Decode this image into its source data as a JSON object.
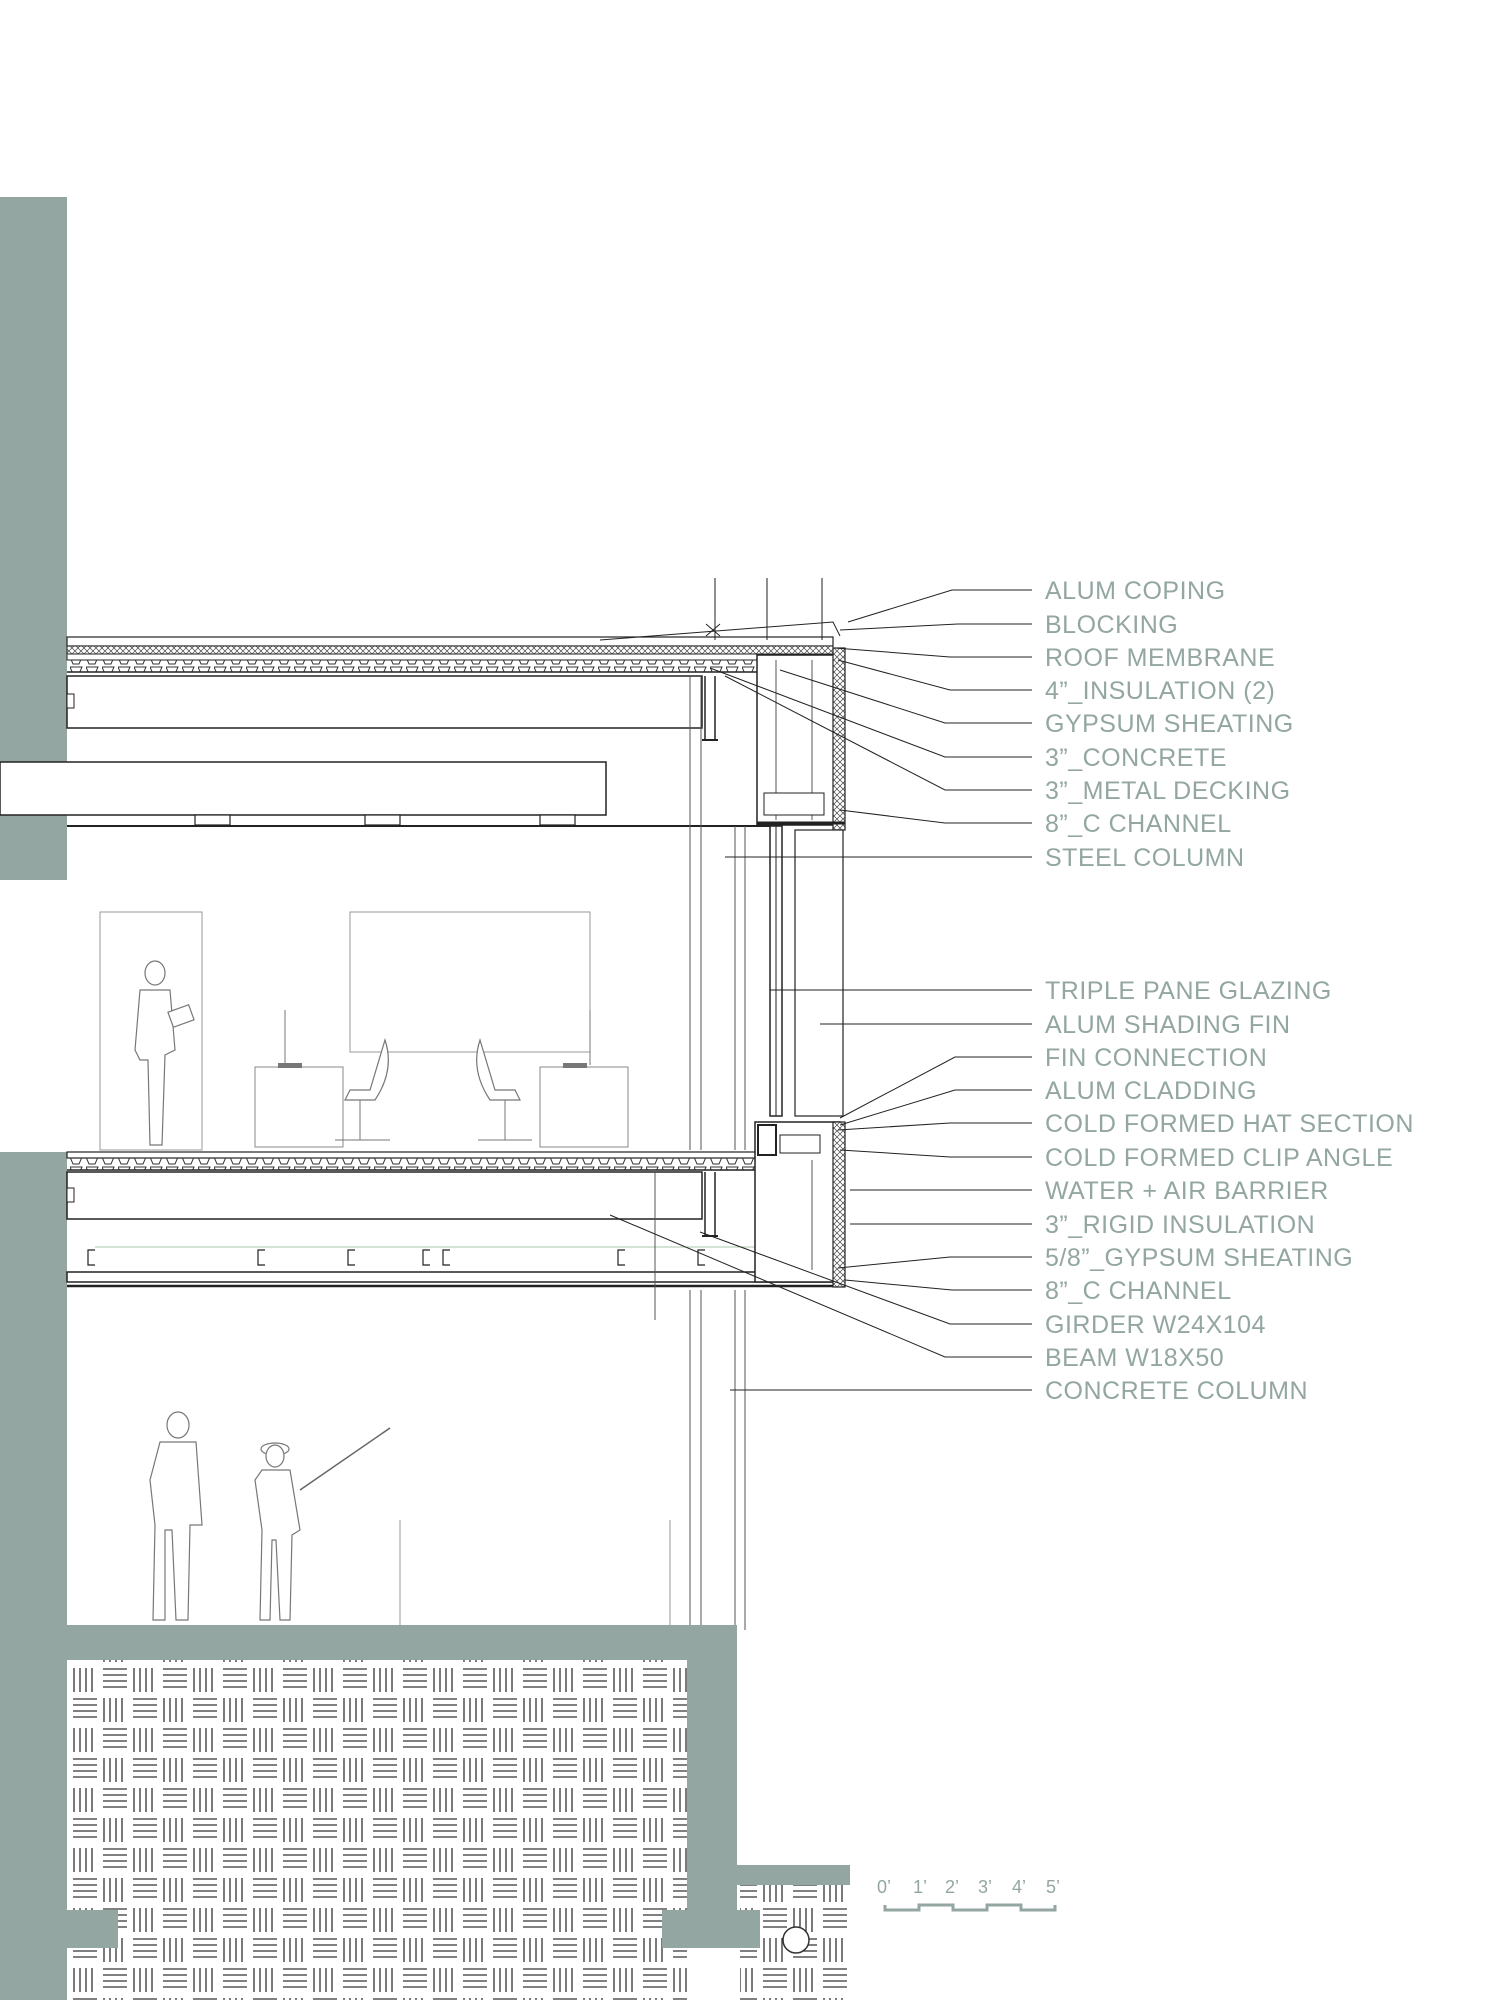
{
  "labels": {
    "upper": [
      "ALUM COPING",
      "BLOCKING",
      "ROOF MEMBRANE",
      "4”_INSULATION (2)",
      "GYPSUM SHEATING",
      "3”_CONCRETE",
      "3”_METAL DECKING",
      "8”_C CHANNEL",
      "STEEL COLUMN"
    ],
    "lower": [
      "TRIPLE PANE GLAZING",
      "ALUM SHADING FIN",
      "FIN CONNECTION",
      "ALUM CLADDING",
      "COLD FORMED HAT SECTION",
      "COLD FORMED CLIP ANGLE",
      "WATER + AIR BARRIER",
      "3”_RIGID INSULATION",
      "5/8”_GYPSUM SHEATING",
      "8”_C CHANNEL",
      "GIRDER W24X104",
      "BEAM W18X50",
      "CONCRETE COLUMN"
    ]
  },
  "scale": {
    "ticks": [
      "0’",
      "1’",
      "2’",
      "3’",
      "4’",
      "5’"
    ]
  },
  "colors": {
    "wall": "#93a6a2",
    "label": "#93a6a2",
    "line": "#1a1a1a"
  }
}
